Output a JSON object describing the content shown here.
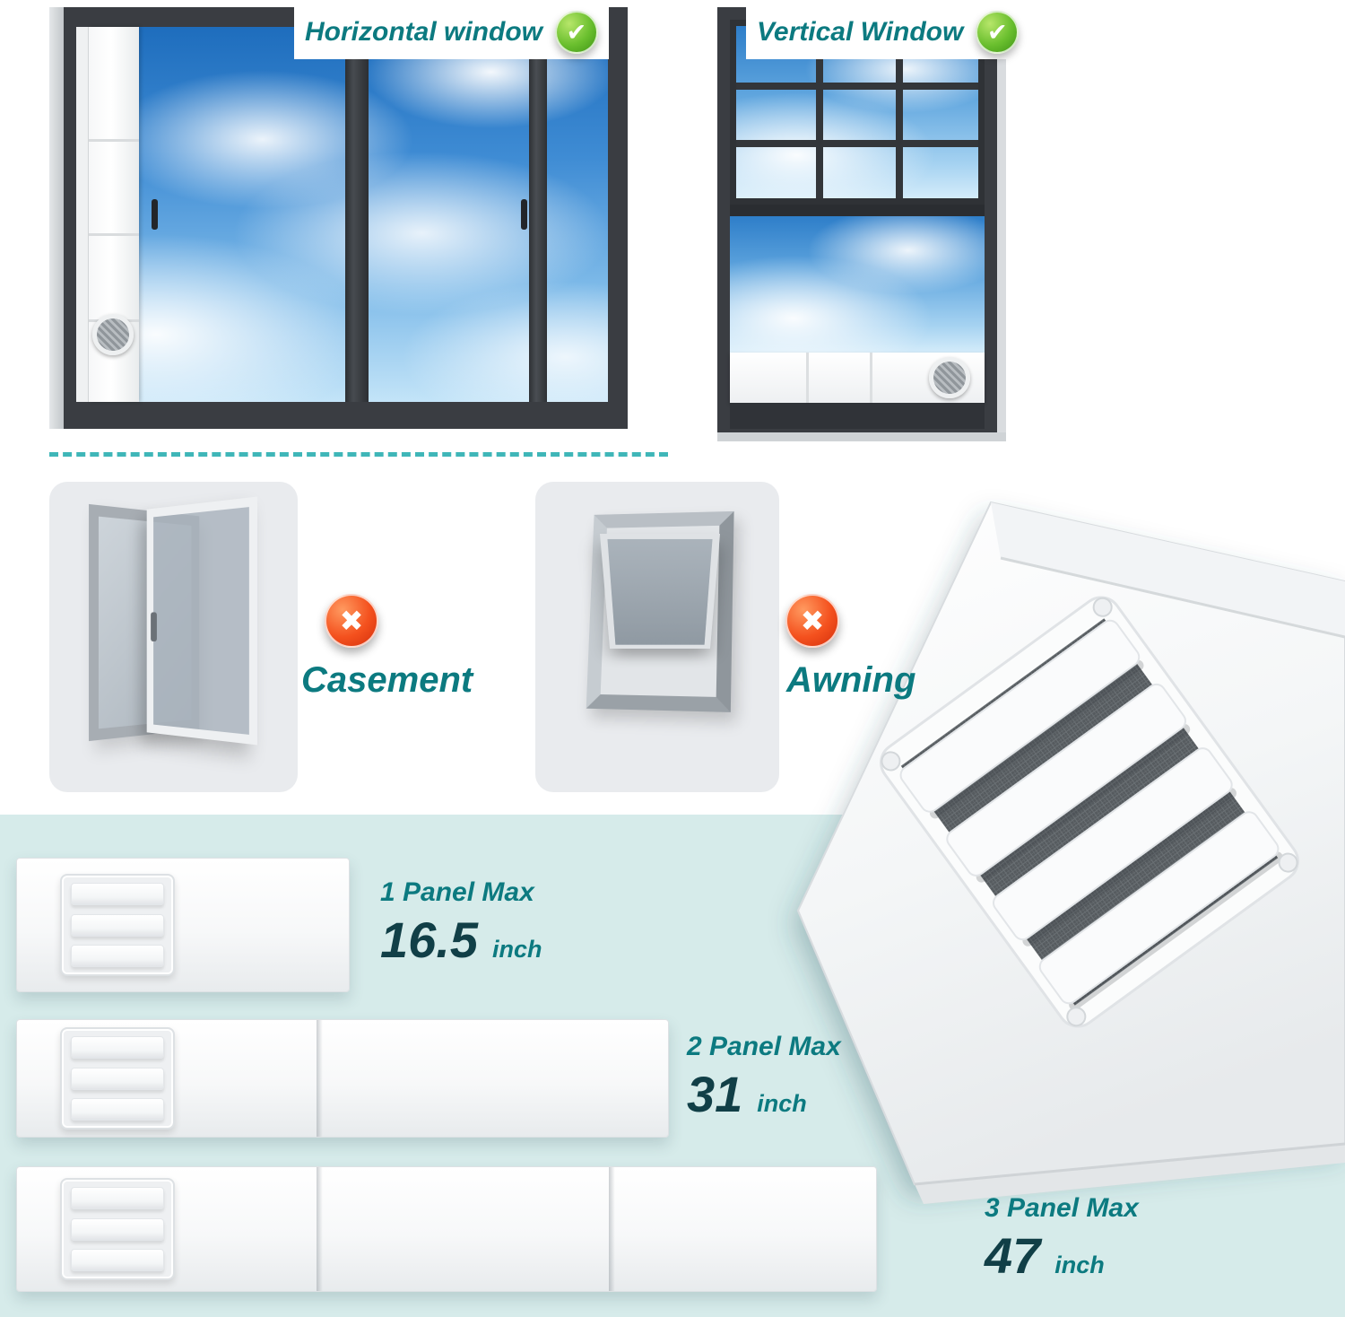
{
  "top_windows": {
    "horizontal": {
      "label": "Horizontal window"
    },
    "vertical": {
      "label": "Vertical Window"
    }
  },
  "incompatible": {
    "casement": {
      "label": "Casement"
    },
    "awning": {
      "label": "Awning"
    }
  },
  "icons": {
    "check": "✔",
    "cross": "✖"
  },
  "size_rows": [
    {
      "title": "1 Panel Max",
      "value": "16.5",
      "unit": "inch"
    },
    {
      "title": "2 Panel Max",
      "value": "31",
      "unit": "inch"
    },
    {
      "title": "3 Panel Max",
      "value": "47",
      "unit": "inch"
    }
  ],
  "colors": {
    "accent_teal": "#0c7a80",
    "check_green": "#55b02a",
    "cross_red": "#e8411d",
    "section_bg": "#d6ebea"
  }
}
